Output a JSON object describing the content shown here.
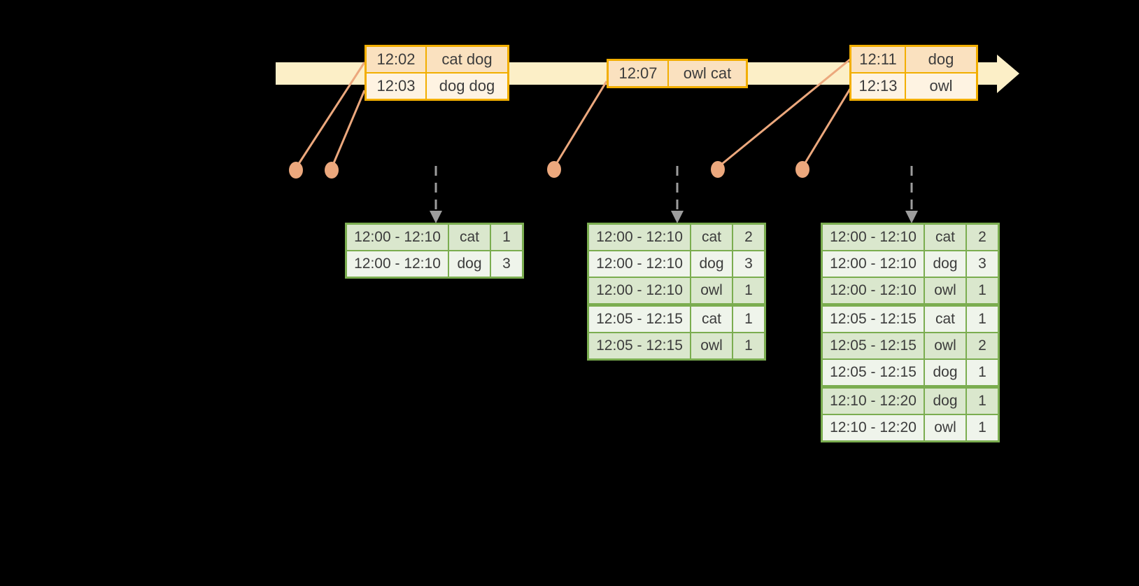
{
  "colors": {
    "background": "#000000",
    "timeline-fill": "#FCEFC7",
    "event-border": "#F2AE00",
    "event-row-odd": "#FAE1BF",
    "event-row-even": "#FEF3E2",
    "connector": "#ECA87D",
    "trigger-gray": "#9D9D9D",
    "result-border": "#7BAD50",
    "result-row-odd": "#DAE7CD",
    "result-row-even": "#EFF4EB",
    "text": "#3C3C3C"
  },
  "event_tables": [
    {
      "rows": [
        {
          "time": "12:02",
          "words": "cat dog"
        },
        {
          "time": "12:03",
          "words": "dog dog"
        }
      ]
    },
    {
      "rows": [
        {
          "time": "12:07",
          "words": "owl cat"
        }
      ]
    },
    {
      "rows": [
        {
          "time": "12:11",
          "words": "dog"
        },
        {
          "time": "12:13",
          "words": "owl"
        }
      ]
    }
  ],
  "result_tables": [
    {
      "rows": [
        [
          "12:00 - 12:10",
          "cat",
          "1"
        ],
        [
          "12:00 - 12:10",
          "dog",
          "3"
        ]
      ]
    },
    {
      "rows": [
        [
          "12:00 - 12:10",
          "cat",
          "2"
        ],
        [
          "12:00 - 12:10",
          "dog",
          "3"
        ],
        [
          "12:00 - 12:10",
          "owl",
          "1"
        ],
        [
          "12:05 - 12:15",
          "cat",
          "1"
        ],
        [
          "12:05 - 12:15",
          "owl",
          "1"
        ]
      ]
    },
    {
      "rows": [
        [
          "12:00 - 12:10",
          "cat",
          "2"
        ],
        [
          "12:00 - 12:10",
          "dog",
          "3"
        ],
        [
          "12:00 - 12:10",
          "owl",
          "1"
        ],
        [
          "12:05 - 12:15",
          "cat",
          "1"
        ],
        [
          "12:05 - 12:15",
          "owl",
          "2"
        ],
        [
          "12:05 - 12:15",
          "dog",
          "1"
        ],
        [
          "12:10 - 12:20",
          "dog",
          "1"
        ],
        [
          "12:10 - 12:20",
          "owl",
          "1"
        ]
      ]
    }
  ]
}
